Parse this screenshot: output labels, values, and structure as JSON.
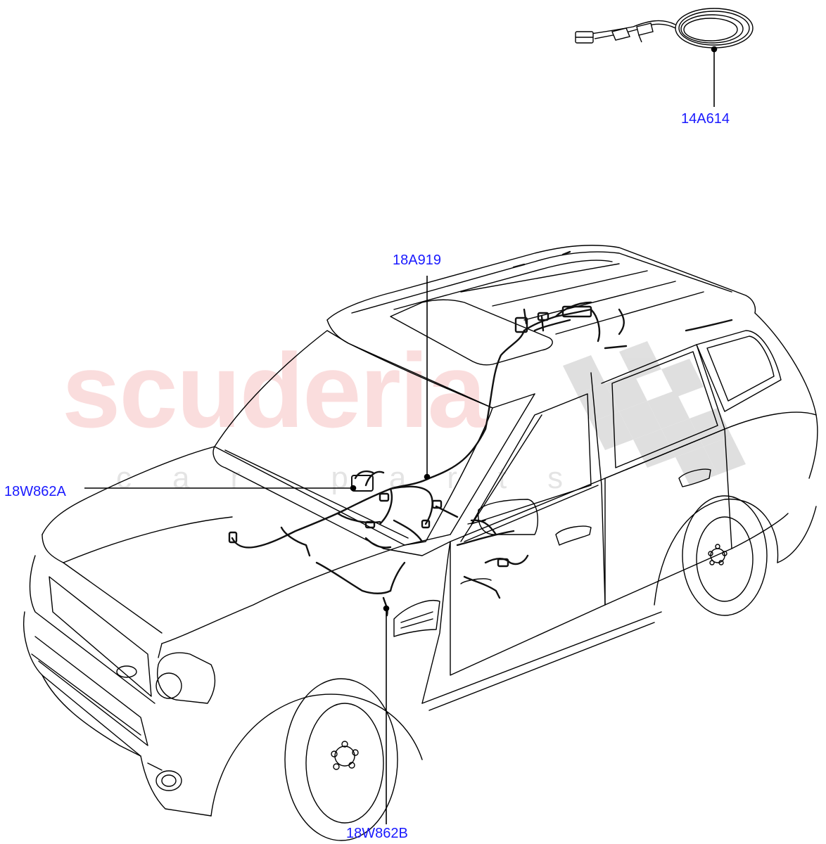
{
  "watermark": {
    "brand": "scuderia",
    "sub": "car parts",
    "color": "#e84a4a"
  },
  "callouts": [
    {
      "id": "14A614",
      "label": "14A614"
    },
    {
      "id": "18A919",
      "label": "18A919"
    },
    {
      "id": "18W862A",
      "label": "18W862A"
    },
    {
      "id": "18W862B",
      "label": "18W862B"
    }
  ],
  "colors": {
    "label": "#1a1aff",
    "line": "#000000",
    "harness": "#111111"
  }
}
